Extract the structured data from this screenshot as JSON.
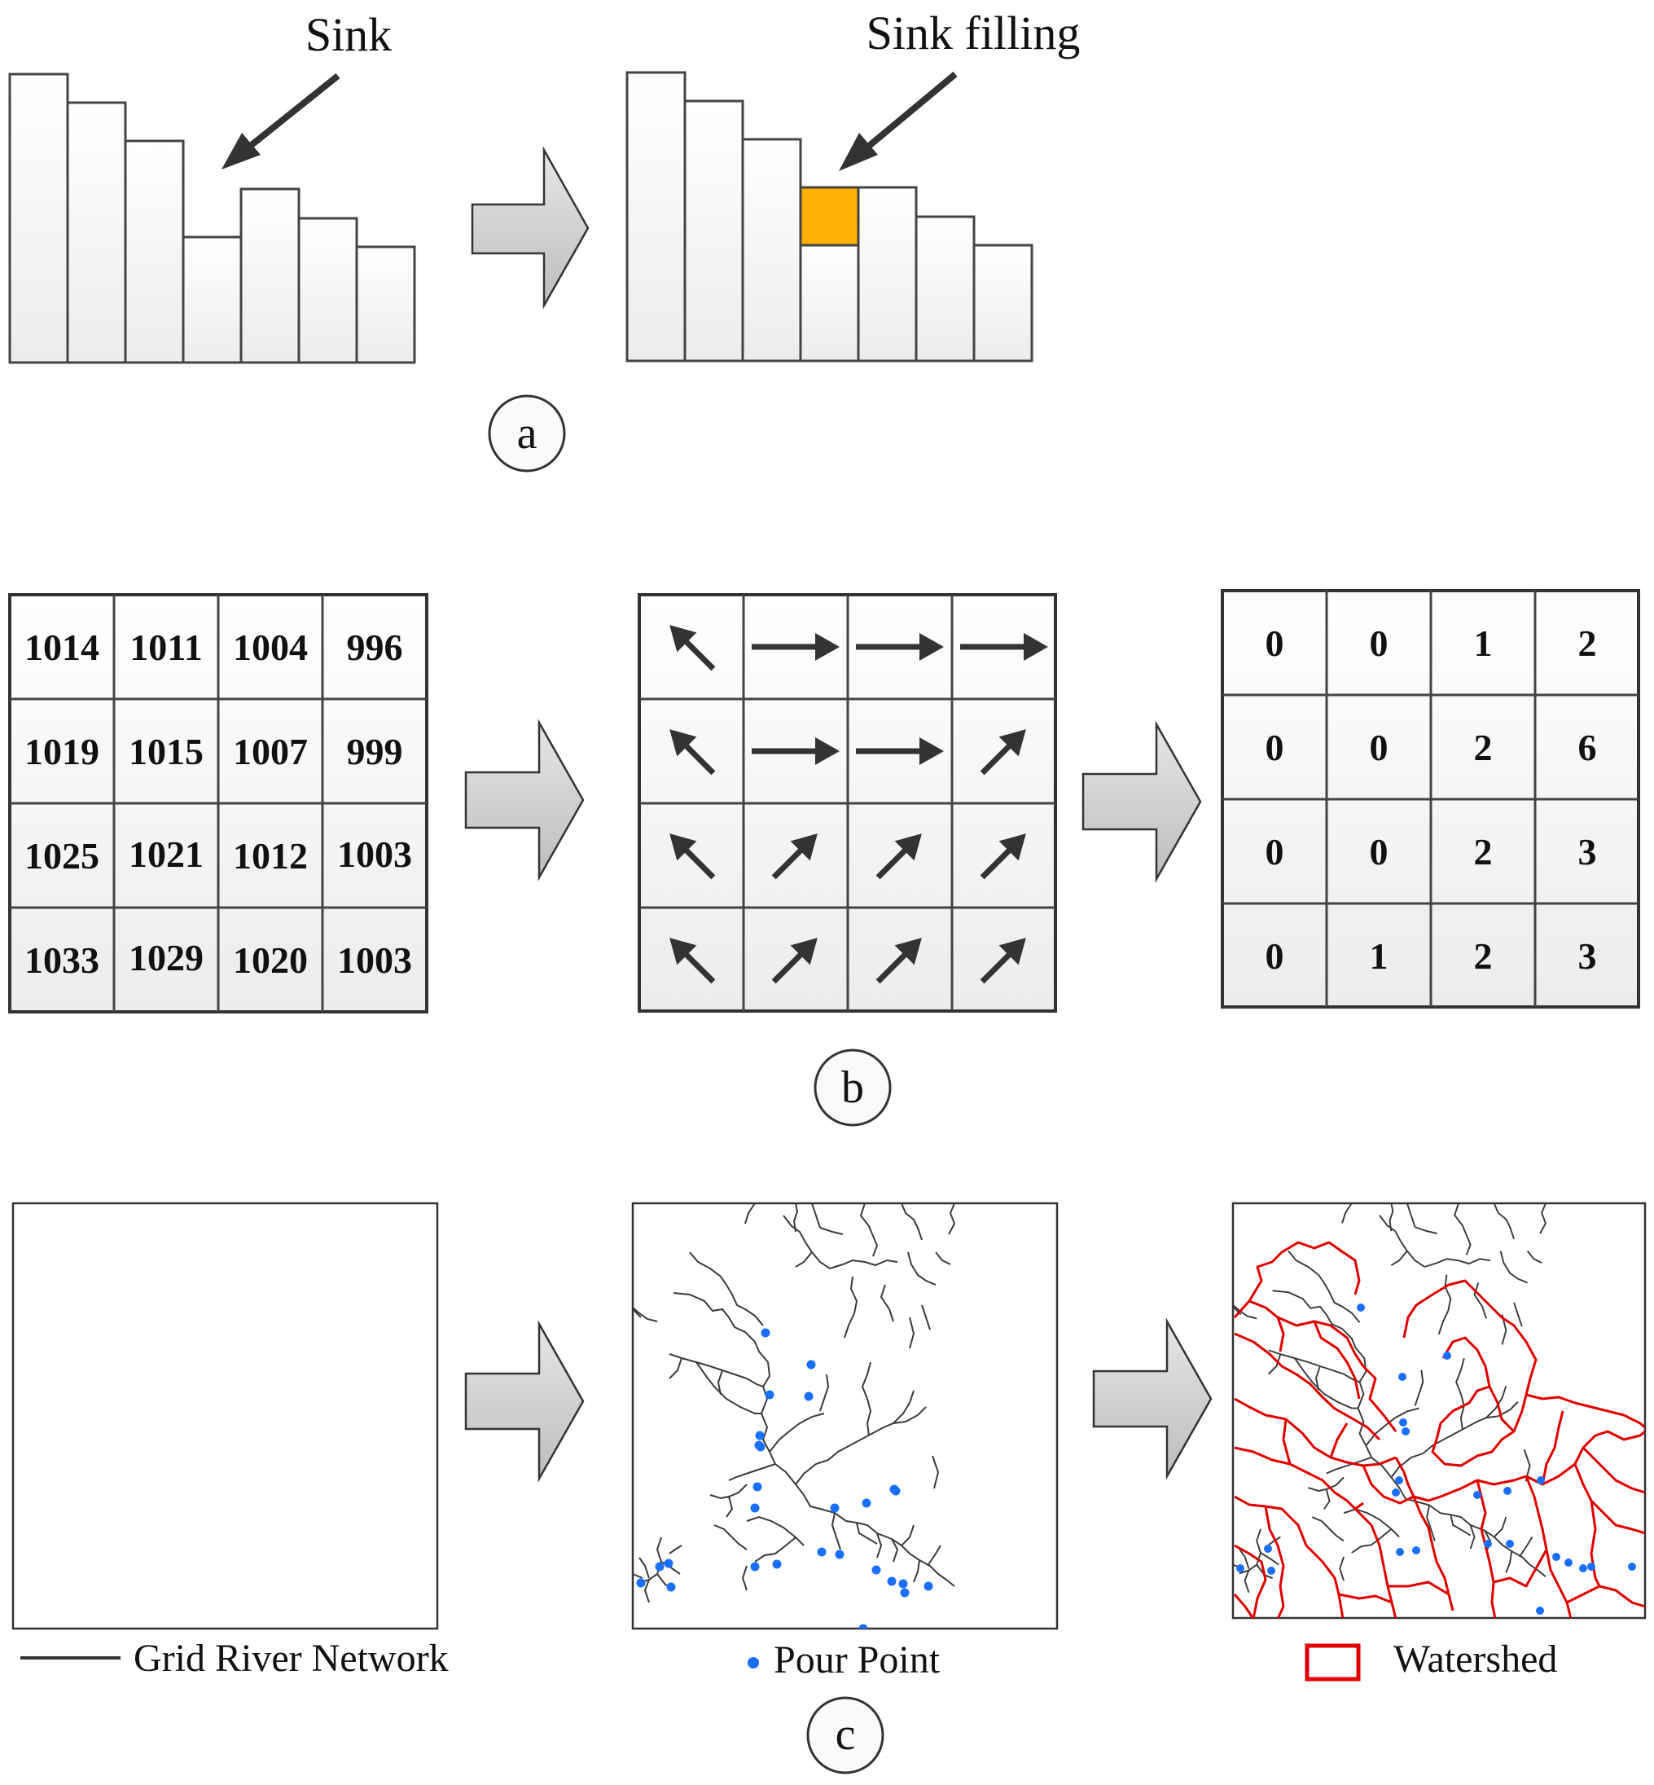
{
  "panel_a": {
    "sink_label": "Sink",
    "filling_label": "Sink filling",
    "badge": "a",
    "fill_color": "#FFB000"
  },
  "panel_b": {
    "badge": "b",
    "elevation": [
      [
        "1014",
        "1011",
        "1004",
        "996"
      ],
      [
        "1019",
        "1015",
        "1007",
        "999"
      ],
      [
        "1025",
        "1021",
        "1012",
        "1003"
      ],
      [
        "1033",
        "1029",
        "1020",
        "1003"
      ]
    ],
    "direction": [
      [
        "NW",
        "E",
        "E",
        "E"
      ],
      [
        "NW",
        "E",
        "E",
        "NE"
      ],
      [
        "NW",
        "NE",
        "NE",
        "NE"
      ],
      [
        "NW",
        "NE",
        "NE",
        "NE"
      ]
    ],
    "accumulation": [
      [
        "0",
        "0",
        "1",
        "2"
      ],
      [
        "0",
        "0",
        "2",
        "6"
      ],
      [
        "0",
        "0",
        "2",
        "3"
      ],
      [
        "0",
        "1",
        "2",
        "3"
      ]
    ]
  },
  "panel_c": {
    "badge": "c",
    "legend_river": "Grid River Network",
    "legend_pour": "Pour Point",
    "legend_watershed": "Watershed",
    "river_color": "#333333",
    "pour_color": "#1A6FFF",
    "watershed_color": "#E00000"
  }
}
